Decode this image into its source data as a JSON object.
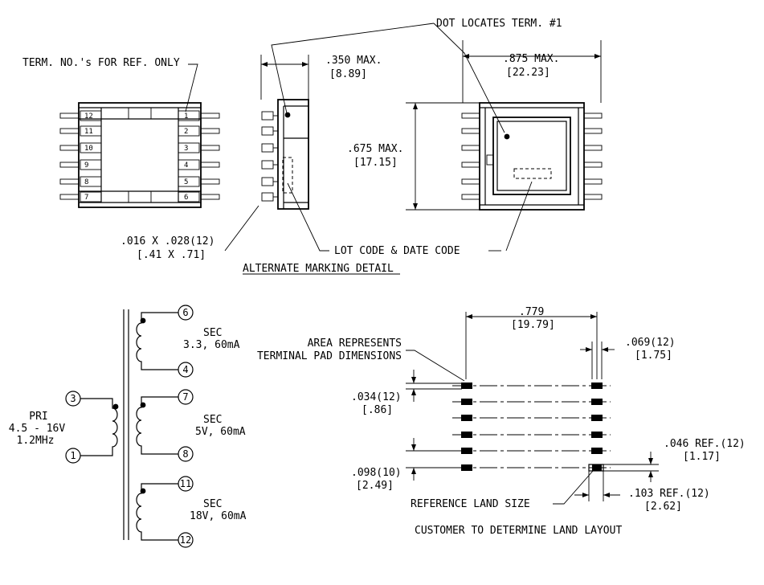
{
  "notes": {
    "term_ref": "TERM. NO.'s FOR REF. ONLY",
    "dot_locates": "DOT LOCATES TERM. #1",
    "lot_code": "LOT CODE & DATE CODE",
    "alt_marking": "ALTERNATE MARKING DETAIL",
    "area_represents_1": "AREA REPRESENTS",
    "area_represents_2": "TERMINAL PAD DIMENSIONS",
    "reference_land": "REFERENCE LAND SIZE",
    "customer_land": "CUSTOMER TO DETERMINE LAND LAYOUT"
  },
  "dimensions": {
    "height_in": ".350 MAX.",
    "height_mm": "[8.89]",
    "width_in": ".875 MAX.",
    "width_mm": "[22.23]",
    "length_in": ".675 MAX.",
    "length_mm": "[17.15]",
    "pin_in": ".016 X .028(12)",
    "pin_mm": "[.41 X .71]",
    "span_in": ".779",
    "span_mm": "[19.79]",
    "pad_w_in": ".069(12)",
    "pad_w_mm": "[1.75]",
    "pad_h_in": ".034(12)",
    "pad_h_mm": "[.86]",
    "pitch_in": ".098(10)",
    "pitch_mm": "[2.49]",
    "land_h_in": ".046 REF.(12)",
    "land_h_mm": "[1.17]",
    "land_w_in": ".103 REF.(12)",
    "land_w_mm": "[2.62]"
  },
  "pin_numbers": {
    "left": [
      "12",
      "11",
      "10",
      "9",
      "8",
      "7"
    ],
    "right": [
      "1",
      "2",
      "3",
      "4",
      "5",
      "6"
    ]
  },
  "schematic": {
    "primary": {
      "label": "PRI",
      "voltage": "4.5 - 16V",
      "freq": "1.2MHz",
      "pins": [
        "3",
        "1"
      ]
    },
    "secondaries": [
      {
        "label": "SEC",
        "rating": "3.3, 60mA",
        "pins": [
          "6",
          "4"
        ]
      },
      {
        "label": "SEC",
        "rating": "5V, 60mA",
        "pins": [
          "7",
          "8"
        ]
      },
      {
        "label": "SEC",
        "rating": "18V, 60mA",
        "pins": [
          "11",
          "12"
        ]
      }
    ]
  }
}
